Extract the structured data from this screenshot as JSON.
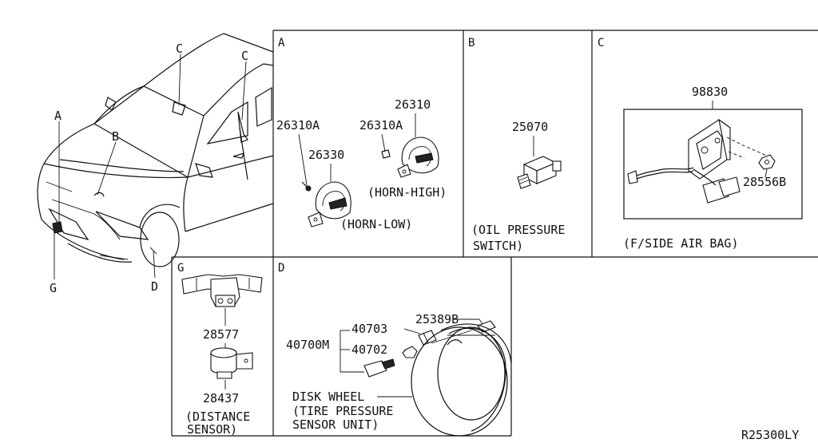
{
  "sections": {
    "A": "A",
    "B": "B",
    "C": "C",
    "D": "D",
    "G": "G"
  },
  "car": {
    "callouts": [
      "A",
      "B",
      "C",
      "C",
      "G",
      "D"
    ]
  },
  "section_a": {
    "parts": [
      "26310A",
      "26310A",
      "26310",
      "26330"
    ],
    "horn_high": "(HORN-HIGH)",
    "horn_low": "(HORN-LOW)"
  },
  "section_b": {
    "part": "25070",
    "caption_line1": "(OIL PRESSURE",
    "caption_line2": "SWITCH)"
  },
  "section_c": {
    "part_main": "98830",
    "part_nut": "28556B",
    "caption": "(F/SIDE AIR BAG)"
  },
  "section_g": {
    "part_bracket": "28577",
    "part_sensor": "28437",
    "caption_line1": "(DISTANCE",
    "caption_line2": "SENSOR)"
  },
  "section_d": {
    "part_assy": "40700M",
    "part_valve": "40703",
    "part_nut": "40702",
    "part_cap": "25389B",
    "caption_line1": "DISK WHEEL",
    "caption_line2": "(TIRE PRESSURE",
    "caption_line3": "SENSOR UNIT)"
  },
  "diagram_id": "R25300LY"
}
